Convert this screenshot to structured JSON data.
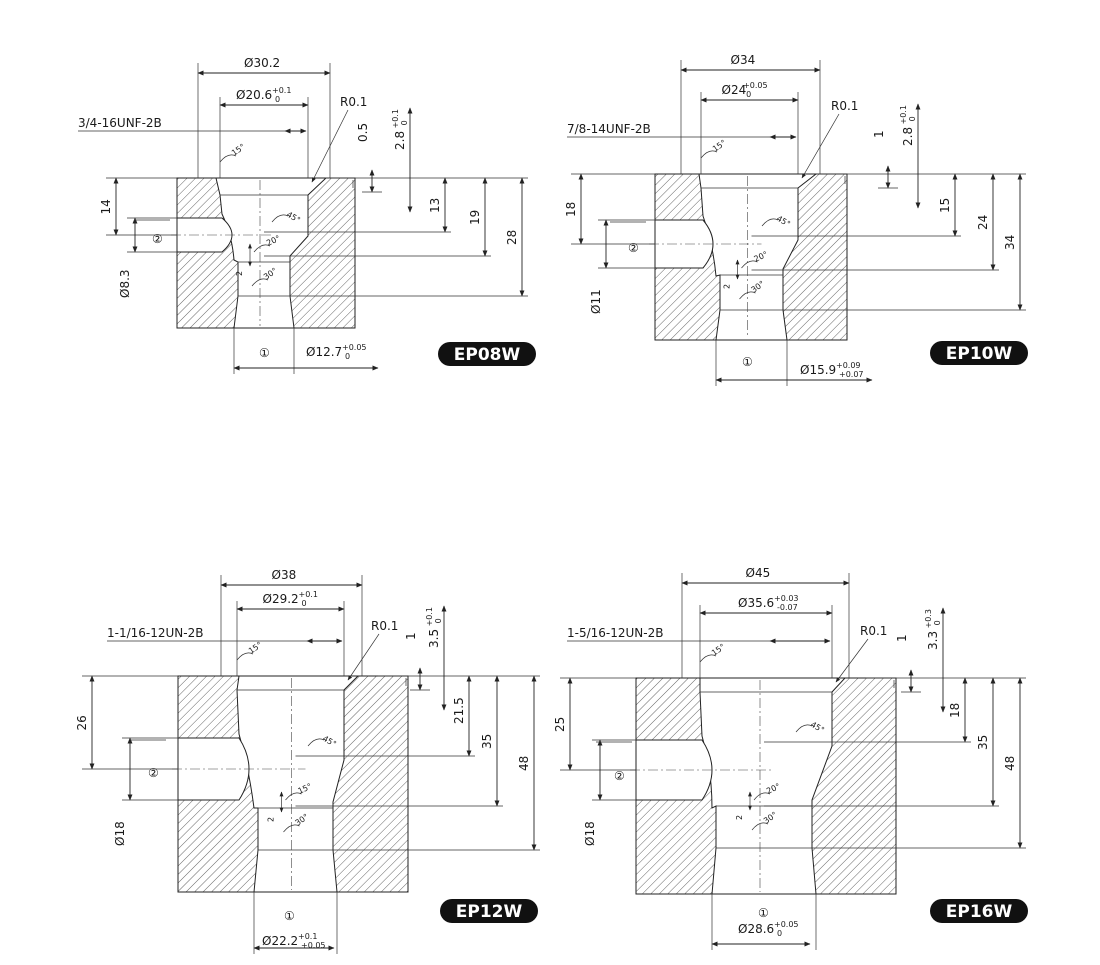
{
  "drawings": [
    {
      "model": "EP08W",
      "thread": "3/4-16UNF-2B",
      "outer_dia": "Ø30.2",
      "counterbore": {
        "base": "Ø20.6",
        "tol_upper": "+0.1",
        "tol_lower": "0"
      },
      "radius": "R0.1",
      "depth_a": "0.5",
      "depth_b": {
        "base": "2.8",
        "tol_upper": "+0.1",
        "tol_lower": "0"
      },
      "side_h": "14",
      "side_dia": "Ø8.3",
      "dim_13": "13",
      "dim_19": "19",
      "total_h": "28",
      "angles": [
        "15°",
        "45°",
        "20°",
        "30°"
      ],
      "step": "2",
      "port1": "①",
      "port2": "②",
      "bottom_bore": {
        "base": "Ø12.7",
        "tol_upper": "+0.05",
        "tol_lower": "0"
      }
    },
    {
      "model": "EP10W",
      "thread": "7/8-14UNF-2B",
      "outer_dia": "Ø34",
      "counterbore": {
        "base": "Ø24",
        "tol_upper": "+0.05",
        "tol_lower": "0"
      },
      "radius": "R0.1",
      "depth_a": "1",
      "depth_b": {
        "base": "2.8",
        "tol_upper": "+0.1",
        "tol_lower": "0"
      },
      "side_h": "18",
      "side_dia": "Ø11",
      "dim_13": "15",
      "dim_19": "24",
      "total_h": "34",
      "angles": [
        "15°",
        "45°",
        "20°",
        "30°"
      ],
      "step": "2",
      "port1": "①",
      "port2": "②",
      "bottom_bore": {
        "base": "Ø15.9",
        "tol_upper": "+0.09",
        "tol_lower": "+0.07"
      }
    },
    {
      "model": "EP12W",
      "thread": "1-1/16-12UN-2B",
      "outer_dia": "Ø38",
      "counterbore": {
        "base": "Ø29.2",
        "tol_upper": "+0.1",
        "tol_lower": "0"
      },
      "radius": "R0.1",
      "depth_a": "1",
      "depth_b": {
        "base": "3.5",
        "tol_upper": "+0.1",
        "tol_lower": "0"
      },
      "side_h": "26",
      "side_dia": "Ø18",
      "dim_13": "21.5",
      "dim_19": "35",
      "total_h": "48",
      "angles": [
        "15°",
        "45°",
        "15°",
        "30°"
      ],
      "step": "2",
      "port1": "①",
      "port2": "②",
      "bottom_bore": {
        "base": "Ø22.2",
        "tol_upper": "+0.1",
        "tol_lower": "+0.05"
      }
    },
    {
      "model": "EP16W",
      "thread": "1-5/16-12UN-2B",
      "outer_dia": "Ø45",
      "counterbore": {
        "base": "Ø35.6",
        "tol_upper": "+0.03",
        "tol_lower": "-0.07"
      },
      "radius": "R0.1",
      "depth_a": "1",
      "depth_b": {
        "base": "3.3",
        "tol_upper": "+0.3",
        "tol_lower": "0"
      },
      "side_h": "25",
      "side_dia": "Ø18",
      "dim_13": "18",
      "dim_19": "35",
      "total_h": "48",
      "angles": [
        "15°",
        "45°",
        "20°",
        "30°"
      ],
      "step": "2",
      "port1": "①",
      "port2": "②",
      "bottom_bore": {
        "base": "Ø28.6",
        "tol_upper": "+0.05",
        "tol_lower": "0"
      }
    }
  ]
}
